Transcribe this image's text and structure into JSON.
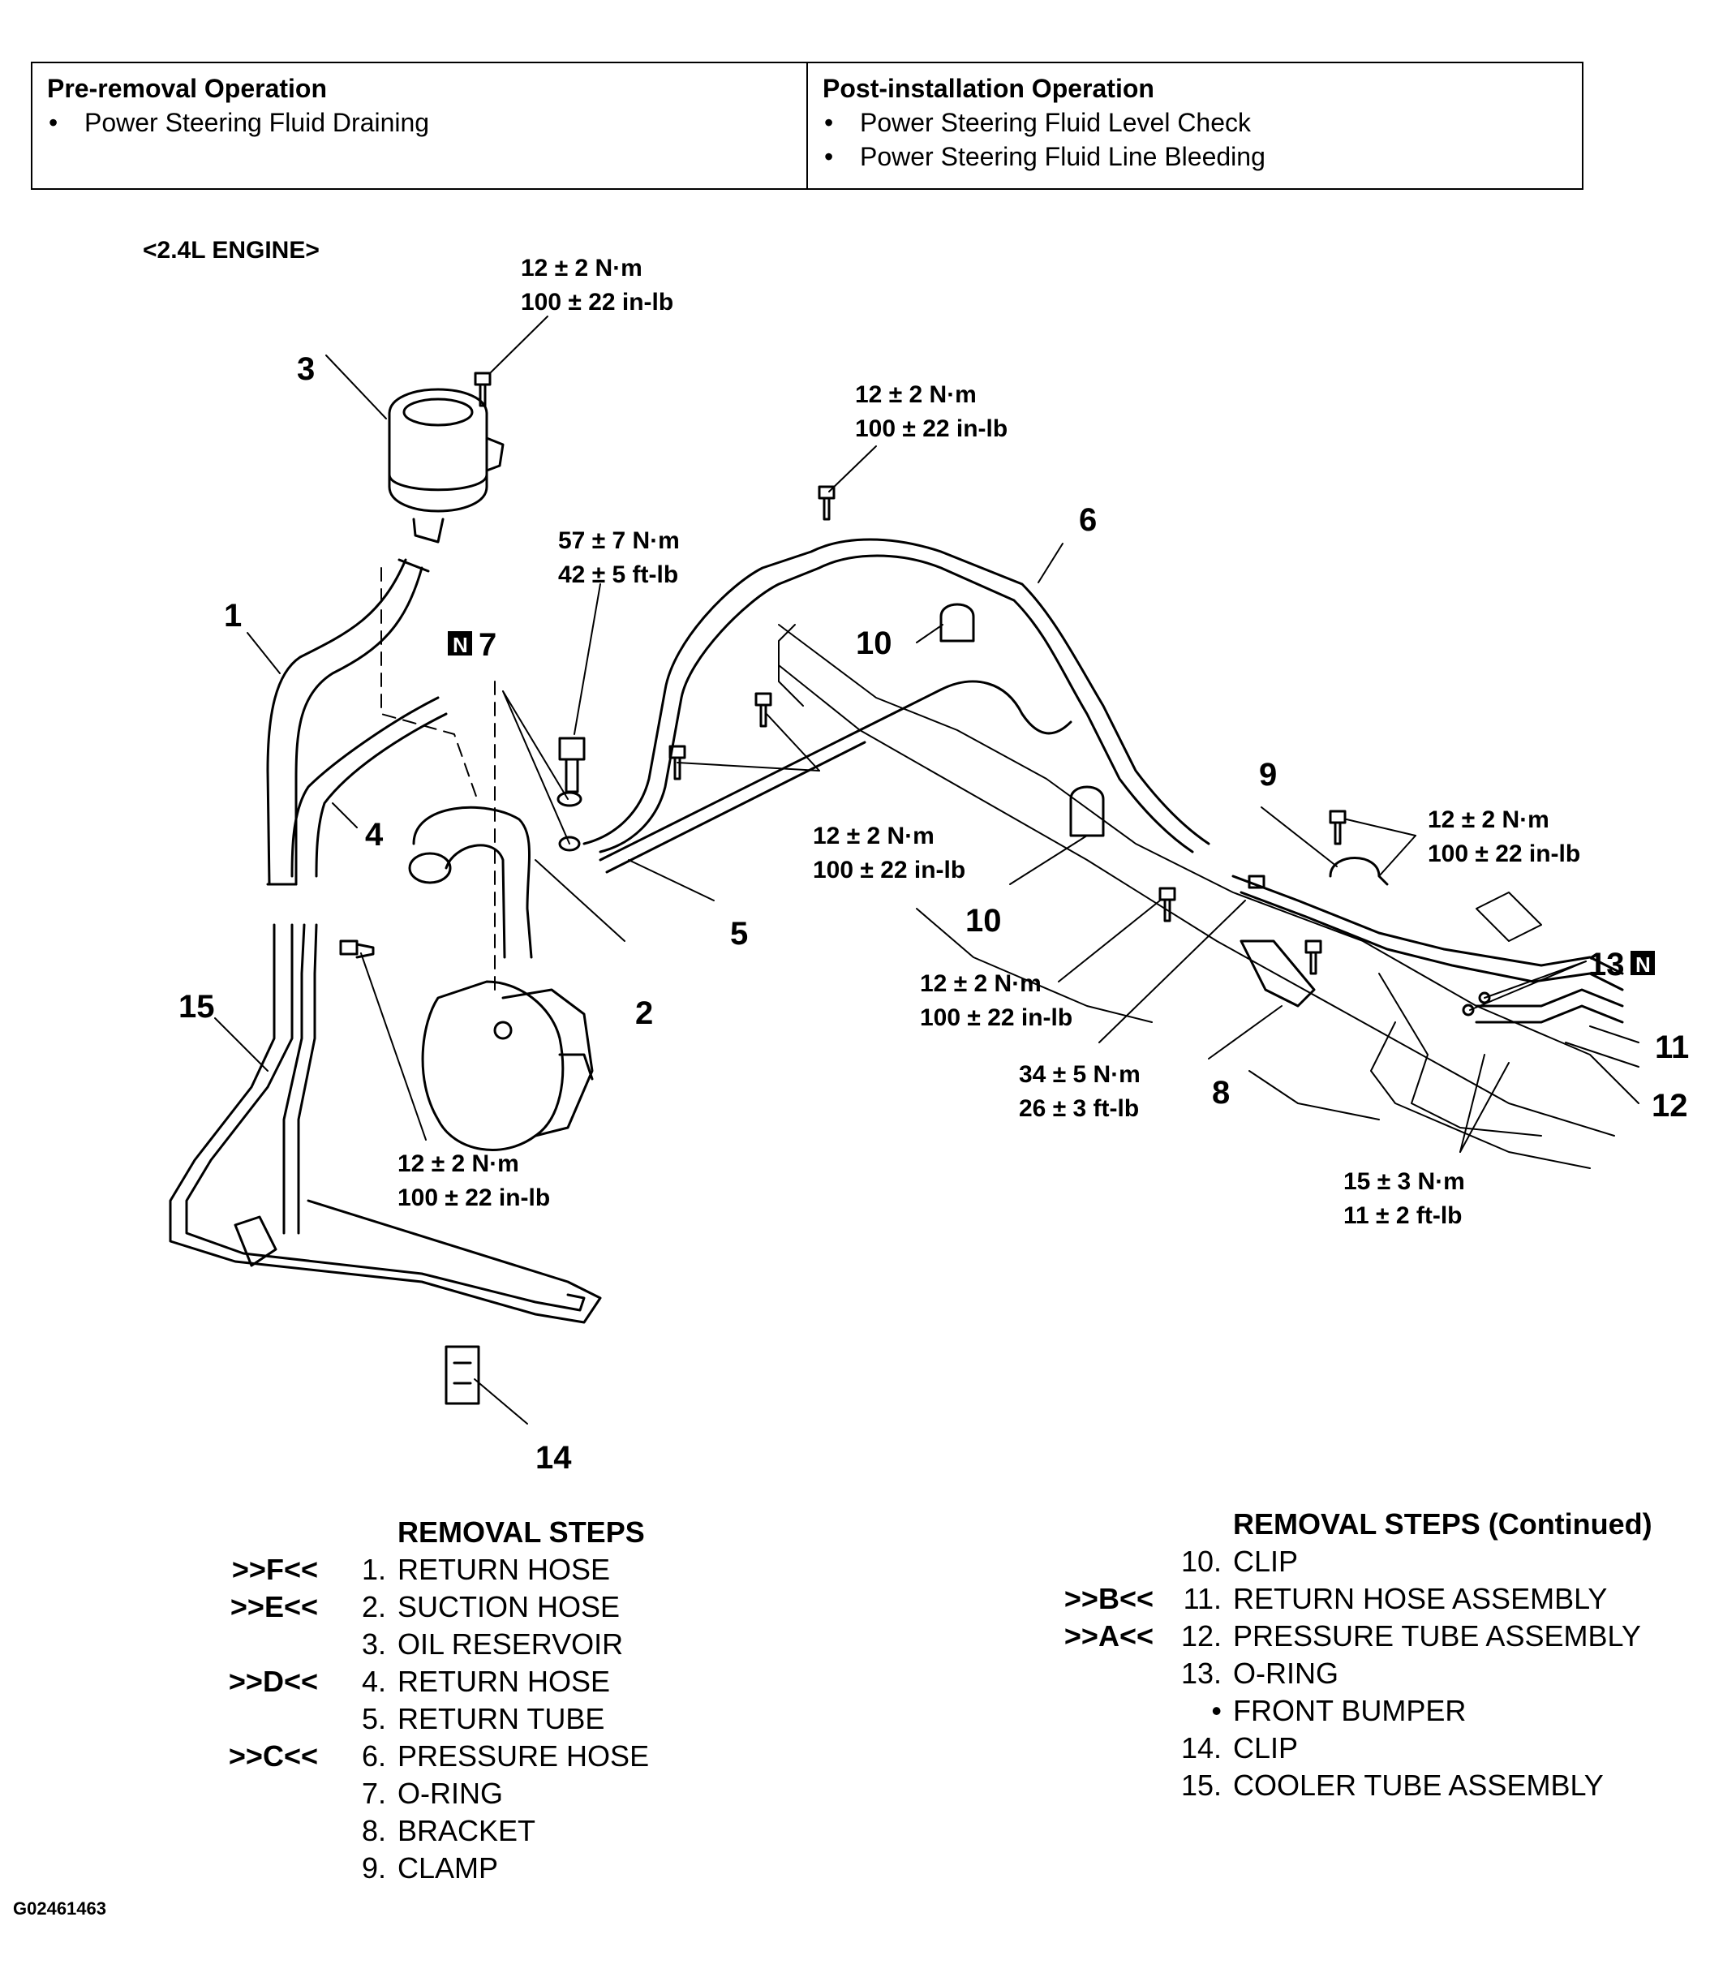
{
  "operations": {
    "pre": {
      "heading": "Pre-removal Operation",
      "items": [
        "Power Steering Fluid Draining"
      ]
    },
    "post": {
      "heading": "Post-installation Operation",
      "items": [
        "Power Steering Fluid Level Check",
        "Power Steering Fluid Line Bleeding"
      ]
    }
  },
  "diagram": {
    "engine_label": "<2.4L ENGINE>",
    "n_mark": "N",
    "part_numbers": [
      "1",
      "2",
      "3",
      "4",
      "5",
      "6",
      "7",
      "8",
      "9",
      "10",
      "10",
      "11",
      "12",
      "13",
      "14",
      "15"
    ],
    "torque": {
      "t1": [
        "12 ± 2 N·m",
        "100 ± 22 in-lb"
      ],
      "t2": [
        "12 ± 2 N·m",
        "100 ± 22 in-lb"
      ],
      "t3": [
        "57 ± 7 N·m",
        "42 ± 5 ft-lb"
      ],
      "t4": [
        "12 ± 2 N·m",
        "100 ± 22 in-lb"
      ],
      "t5": [
        "12 ± 2 N·m",
        "100 ± 22 in-lb"
      ],
      "t6": [
        "12 ± 2 N·m",
        "100 ± 22 in-lb"
      ],
      "t7": [
        "34 ± 5 N·m",
        "26 ± 3 ft-lb"
      ],
      "t8": [
        "15 ± 3 N·m",
        "11 ± 2 ft-lb"
      ],
      "t9": [
        "12 ± 2 N·m",
        "100 ± 22 in-lb"
      ]
    }
  },
  "removal_steps": {
    "title": "REMOVAL STEPS",
    "items": [
      {
        "ref": ">>F<<",
        "num": "1.",
        "text": "RETURN HOSE"
      },
      {
        "ref": ">>E<<",
        "num": "2.",
        "text": "SUCTION HOSE"
      },
      {
        "ref": "",
        "num": "3.",
        "text": "OIL RESERVOIR"
      },
      {
        "ref": ">>D<<",
        "num": "4.",
        "text": "RETURN HOSE"
      },
      {
        "ref": "",
        "num": "5.",
        "text": "RETURN TUBE"
      },
      {
        "ref": ">>C<<",
        "num": "6.",
        "text": "PRESSURE HOSE"
      },
      {
        "ref": "",
        "num": "7.",
        "text": "O-RING"
      },
      {
        "ref": "",
        "num": "8.",
        "text": "BRACKET"
      },
      {
        "ref": "",
        "num": "9.",
        "text": "CLAMP"
      }
    ]
  },
  "removal_steps_continued": {
    "title": "REMOVAL STEPS (Continued)",
    "items": [
      {
        "ref": "",
        "num": "10.",
        "text": "CLIP"
      },
      {
        "ref": ">>B<<",
        "num": "11.",
        "text": "RETURN HOSE ASSEMBLY"
      },
      {
        "ref": ">>A<<",
        "num": "12.",
        "text": "PRESSURE TUBE ASSEMBLY"
      },
      {
        "ref": "",
        "num": "13.",
        "text": "O-RING"
      },
      {
        "ref": "",
        "num": "•",
        "text": "FRONT BUMPER"
      },
      {
        "ref": "",
        "num": "14.",
        "text": "CLIP"
      },
      {
        "ref": "",
        "num": "15.",
        "text": "COOLER TUBE ASSEMBLY"
      }
    ]
  },
  "figure_id": "G02461463"
}
